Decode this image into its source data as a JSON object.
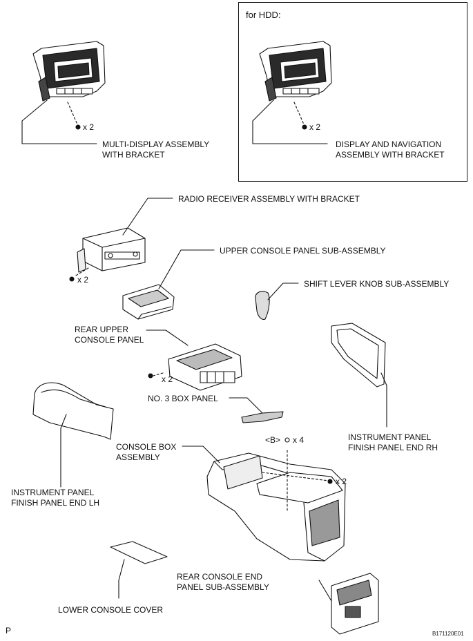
{
  "header": {
    "hdd_box_title": "for HDD:"
  },
  "labels": {
    "multi_display": [
      "MULTI-DISPLAY ASSEMBLY",
      "WITH BRACKET"
    ],
    "display_nav": [
      "DISPLAY AND NAVIGATION",
      "ASSEMBLY WITH BRACKET"
    ],
    "radio_receiver": "RADIO RECEIVER ASSEMBLY WITH BRACKET",
    "upper_console": "UPPER CONSOLE PANEL SUB-ASSEMBLY",
    "shift_knob": "SHIFT LEVER KNOB SUB-ASSEMBLY",
    "rear_upper": [
      "REAR UPPER",
      "CONSOLE PANEL"
    ],
    "no3_box": "NO. 3 BOX PANEL",
    "console_box": [
      "CONSOLE BOX",
      "ASSEMBLY"
    ],
    "ip_end_rh": [
      "INSTRUMENT PANEL",
      "FINISH PANEL END RH"
    ],
    "ip_end_lh": [
      "INSTRUMENT PANEL",
      "FINISH PANEL END LH"
    ],
    "rear_console_end": [
      "REAR CONSOLE END",
      "PANEL SUB-ASSEMBLY"
    ],
    "lower_cover": "LOWER CONSOLE COVER"
  },
  "qty": {
    "multi_display_screws": "x 2",
    "display_nav_screws": "x 2",
    "radio_screws": "x 2",
    "rear_upper_screws": "x 2",
    "clip_b_ref": "<B>",
    "clip_b_qty": "x 4",
    "console_screws": "x 2"
  },
  "footer": {
    "left_mark": "P",
    "figure_code": "B171120E01"
  }
}
